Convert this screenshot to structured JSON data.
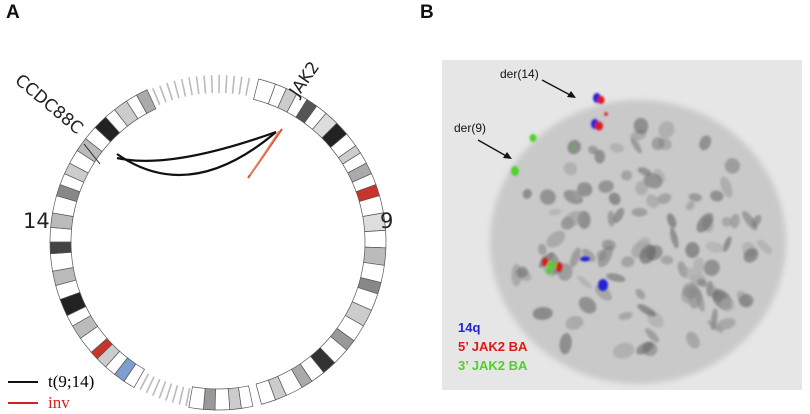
{
  "panels": {
    "a": {
      "label": "A",
      "gene_left": "CCDC88C",
      "gene_right": "JAK2",
      "chr_left": "14",
      "chr_right": "9",
      "legend": [
        {
          "label": "t(9;14)",
          "color": "#111111"
        },
        {
          "label": "inv",
          "color": "#d62020"
        }
      ]
    },
    "b": {
      "label": "B",
      "annotations": [
        "der(14)",
        "der(9)"
      ],
      "legend": [
        {
          "label": "14q",
          "color": "#2424d6"
        },
        {
          "label": "5’ JAK2 BA",
          "color": "#e01818"
        },
        {
          "label": "3’ JAK2 BA",
          "color": "#4fd12a"
        }
      ]
    }
  }
}
